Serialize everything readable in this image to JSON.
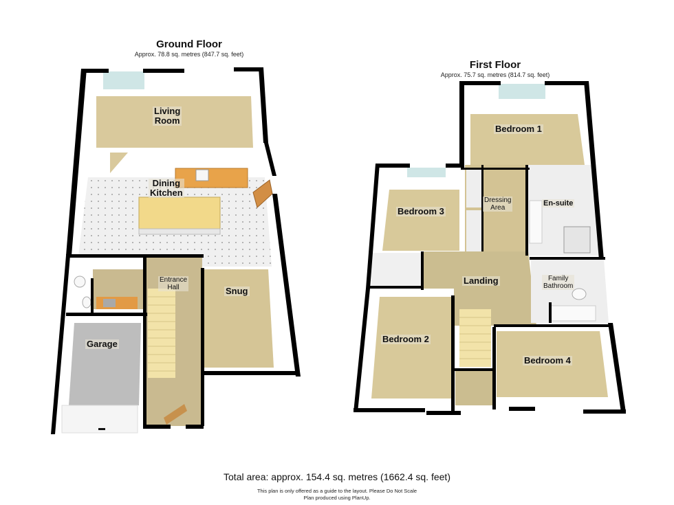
{
  "floors": [
    {
      "title": "Ground Floor",
      "area": "Approx. 78.8 sq. metres (847.7 sq. feet)",
      "rooms": [
        {
          "label": "Living\nRoom"
        },
        {
          "label": "Dining\nKitchen"
        },
        {
          "label": "Entrance\nHall"
        },
        {
          "label": "Snug"
        },
        {
          "label": "Garage"
        }
      ]
    },
    {
      "title": "First Floor",
      "area": "Approx. 75.7 sq. metres (814.7 sq. feet)",
      "rooms": [
        {
          "label": "Bedroom 1"
        },
        {
          "label": "Dressing\nArea"
        },
        {
          "label": "En-suite"
        },
        {
          "label": "Bedroom 3"
        },
        {
          "label": "Landing"
        },
        {
          "label": "Family\nBathroom"
        },
        {
          "label": "Bedroom 2"
        },
        {
          "label": "Bedroom 4"
        }
      ]
    }
  ],
  "footer": {
    "total_area": "Total area: approx. 154.4 sq. metres (1662.4 sq. feet)",
    "disclaimer": "This plan is only offered as a guide to the layout. Please Do Not Scale",
    "credit": "Plan produced using PlanUp."
  },
  "colors": {
    "wall": "#000000",
    "carpet": "#d8c99a",
    "hall_floor": "#cbbd93",
    "tile_floor": "#f2f2f2",
    "garage_floor": "#bdbdbd",
    "bathroom_floor": "#eeeeee",
    "inner_wall": "#f5f5f5",
    "window": "#cfe6e6",
    "worktop": "#e8a34a",
    "island": "#f2d98a"
  }
}
